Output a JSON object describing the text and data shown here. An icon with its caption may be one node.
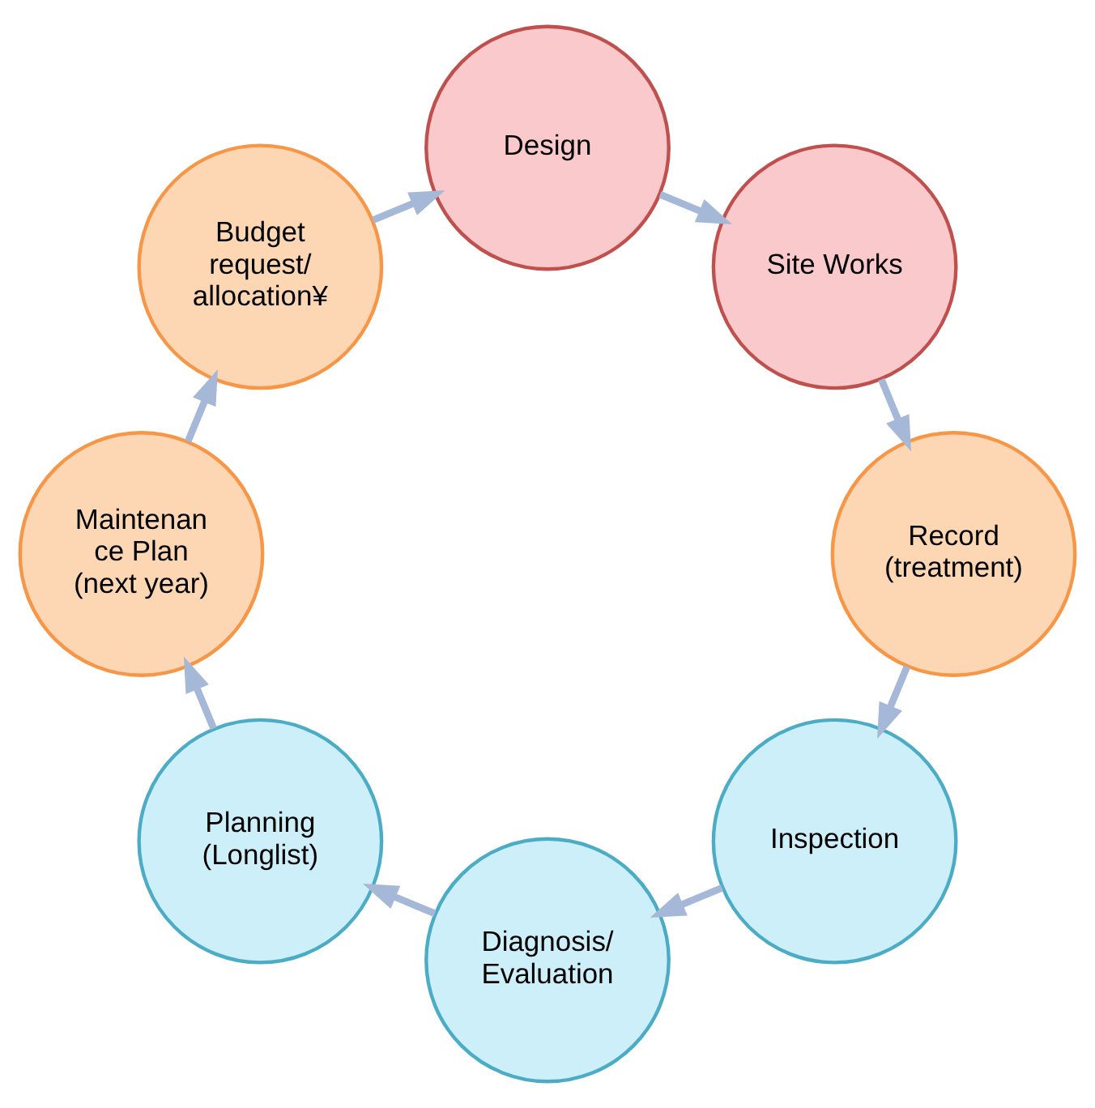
{
  "diagram": {
    "nodes": [
      {
        "text": [
          "Inspection"
        ]
      },
      {
        "text": [
          "Diagnosis/ Evaluation"
        ]
      },
      {
        "text": [
          "Planning (Longlist)"
        ]
      },
      {
        "text": [
          "Maintenan ce Plan (next year)"
        ]
      },
      {
        "text": [
          "Budget request/ allocation¥"
        ]
      },
      {
        "text": [
          "Design"
        ]
      },
      {
        "text": [
          "Site Works"
        ]
      },
      {
        "text": [
          "Record (treatment)"
        ]
      }
    ],
    "edges": [
      {
        "from": 0,
        "to": 1,
        "arrow": "to"
      },
      {
        "from": 1,
        "to": 2,
        "arrow": "to"
      },
      {
        "from": 2,
        "to": 3,
        "arrow": "to"
      },
      {
        "from": 3,
        "to": 4,
        "arrow": "to"
      },
      {
        "from": 4,
        "to": 5,
        "arrow": "to"
      },
      {
        "from": 5,
        "to": 6,
        "arrow": "to"
      },
      {
        "from": 6,
        "to": 7,
        "arrow": "to"
      },
      {
        "from": 7,
        "to": 0,
        "arrow": "to"
      }
    ]
  }
}
